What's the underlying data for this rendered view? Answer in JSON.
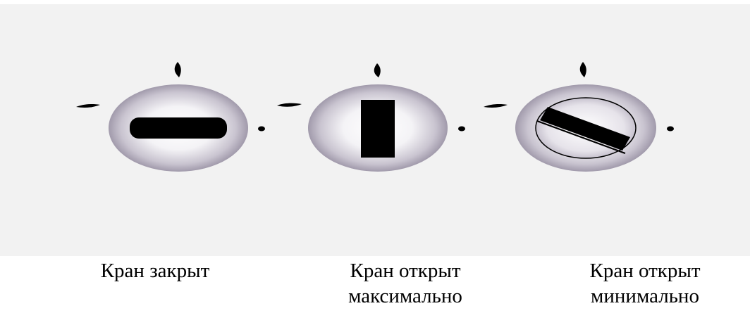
{
  "valves": [
    {
      "state": "closed",
      "caption_line1": "Кран закрыт",
      "caption_line2": ""
    },
    {
      "state": "open-max",
      "caption_line1": "Кран открыт",
      "caption_line2": "максимально"
    },
    {
      "state": "open-min",
      "caption_line1": "Кран открыт",
      "caption_line2": "минимально"
    }
  ],
  "colors": {
    "background": "#f2f2f2",
    "knob_center": "#ffffff",
    "knob_edge": "#8a8296",
    "indicator": "#000000"
  }
}
